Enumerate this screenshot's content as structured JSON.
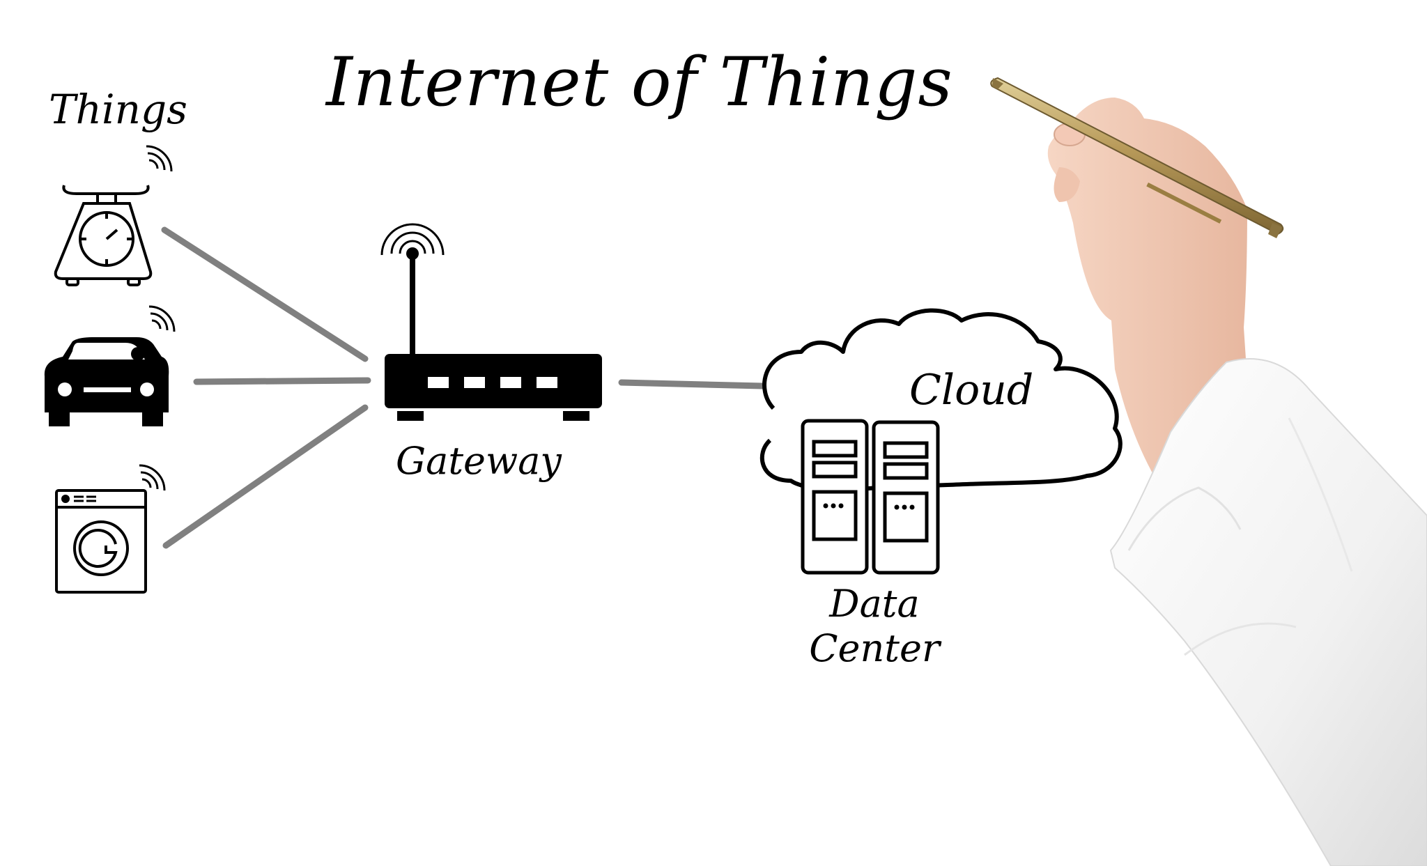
{
  "diagram": {
    "title": "Internet of Things",
    "things_label": "Things",
    "gateway_label": "Gateway",
    "cloud_label": "Cloud",
    "data_center_label_line1": "Data",
    "data_center_label_line2": "Center",
    "devices": [
      {
        "icon": "kitchen-scale-icon"
      },
      {
        "icon": "car-icon"
      },
      {
        "icon": "washing-machine-icon"
      }
    ],
    "connector_color": "#808080",
    "ink_color": "#000000",
    "pen_color": "#b89a5a"
  }
}
